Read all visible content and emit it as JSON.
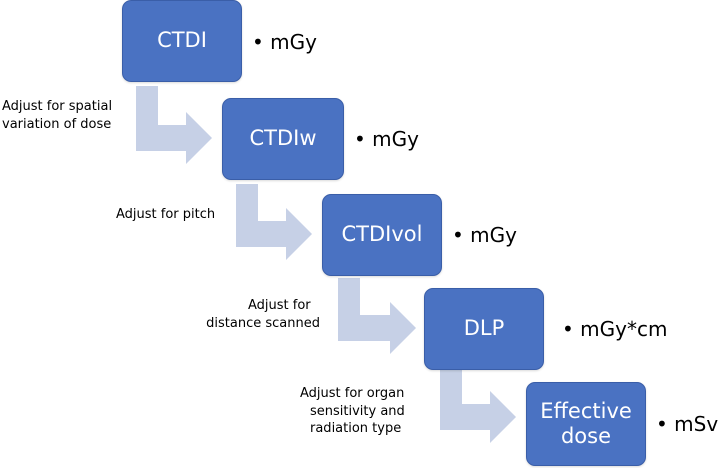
{
  "steps": [
    {
      "label": "CTDI",
      "unit": "• mGy"
    },
    {
      "label": "CTDIw",
      "unit": "• mGy"
    },
    {
      "label": "CTDIvol",
      "unit": "• mGy"
    },
    {
      "label": "DLP",
      "unit": "• mGy*cm"
    },
    {
      "label": "Effective dose",
      "label_lines": [
        "Effective",
        "dose"
      ],
      "unit": "• mSv"
    }
  ],
  "adjustments": [
    {
      "lines": [
        "Adjust for spatial",
        "variation of dose"
      ]
    },
    {
      "lines": [
        "Adjust for pitch"
      ]
    },
    {
      "lines": [
        "Adjust for",
        "distance scanned"
      ]
    },
    {
      "lines": [
        "Adjust for organ",
        "sensitivity and",
        "radiation type"
      ]
    }
  ],
  "colors": {
    "box": "#4a72c2",
    "box_border": "#3a5ea8",
    "arrow": "#c6d0e6",
    "text": "#000000",
    "box_text": "#ffffff"
  }
}
